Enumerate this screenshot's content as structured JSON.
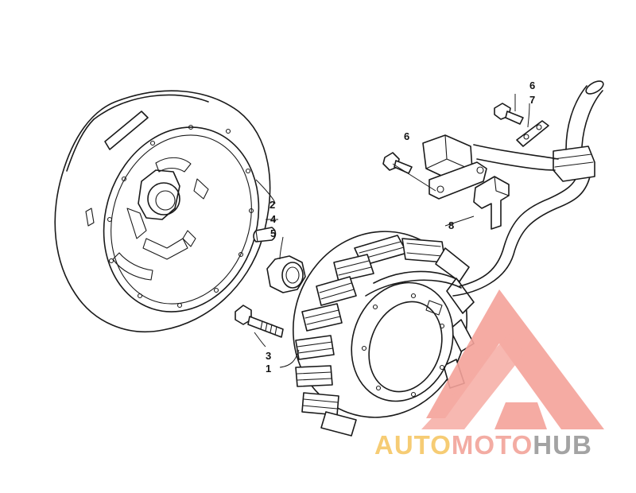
{
  "callouts": {
    "c1": "1",
    "c2": "2",
    "c3": "3",
    "c4": "4",
    "c5": "5",
    "c6a": "6",
    "c6b": "6",
    "c7": "7",
    "c8": "8"
  },
  "watermark": {
    "part1": "AUTO",
    "part2": "MOTO",
    "part3": "HUB",
    "colors": {
      "triangle": "#f4a29a",
      "auto": "#f6c766",
      "moto": "#f2a49a",
      "hub": "#9a9a9a"
    }
  }
}
